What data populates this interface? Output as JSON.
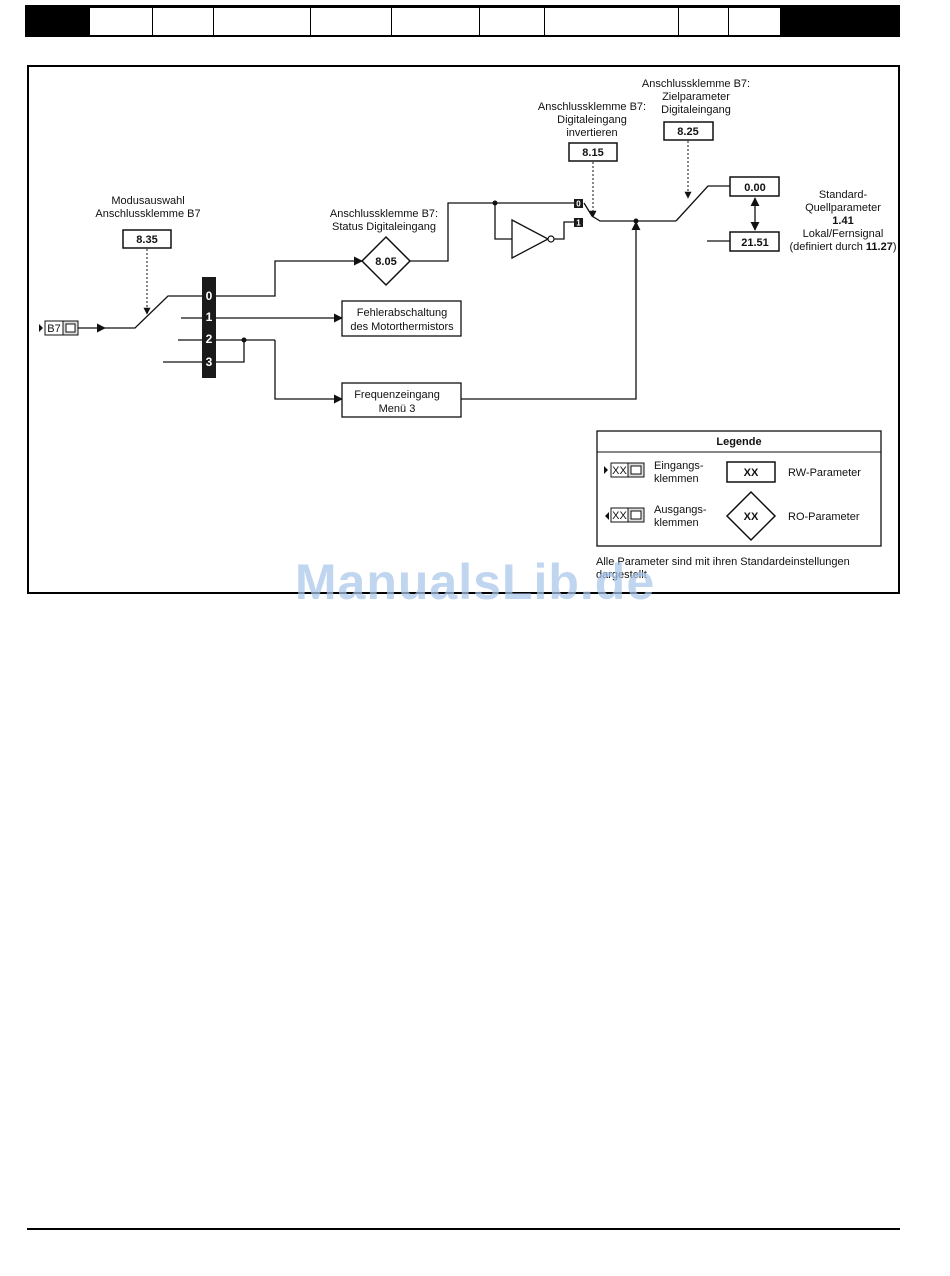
{
  "diagram": {
    "mode_select": {
      "label_line1": "Modusauswahl",
      "label_line2": "Anschlussklemme B7",
      "param": "8.35"
    },
    "terminal_label": "B7",
    "selector_positions": [
      "0",
      "1",
      "2",
      "3"
    ],
    "status_input": {
      "label_line1": "Anschlussklemme B7:",
      "label_line2": "Status Digitaleingang",
      "param": "8.05"
    },
    "thermistor_trip": {
      "line1": "Fehlerabschaltung",
      "line2": "des Motorthermistors"
    },
    "freq_input": {
      "line1": "Frequenzeingang",
      "line2": "Menü 3"
    },
    "invert": {
      "line1": "Anschlussklemme B7:",
      "line2": "Digitaleingang",
      "line3": "invertieren",
      "param": "8.15"
    },
    "switch_positions": {
      "top": "0",
      "bottom": "1"
    },
    "destination": {
      "line1": "Anschlussklemme B7:",
      "line2": "Zielparameter",
      "line3": "Digitaleingang",
      "param": "8.25"
    },
    "output": {
      "default_param": "0.00",
      "local_remote_param": "21.51",
      "note_line1": "Standard-",
      "note_line2": "Quellparameter",
      "note_line3": "1.41",
      "note_line4": "Lokal/Fernsignal",
      "note_line5_prefix": "(definiert durch ",
      "note_line5_param": "11.27",
      "note_line5_suffix": ")"
    }
  },
  "legend": {
    "title": "Legende",
    "input_terminals_line1": "Eingangs-",
    "input_terminals_line2": "klemmen",
    "output_terminals_line1": "Ausgangs-",
    "output_terminals_line2": "klemmen",
    "symbol_text": "XX",
    "rw_label": "RW-Parameter",
    "ro_label": "RO-Parameter",
    "note": "Alle Parameter sind mit ihren Standardeinstellungen dargestellt"
  },
  "watermark": "ManualsLib.de"
}
